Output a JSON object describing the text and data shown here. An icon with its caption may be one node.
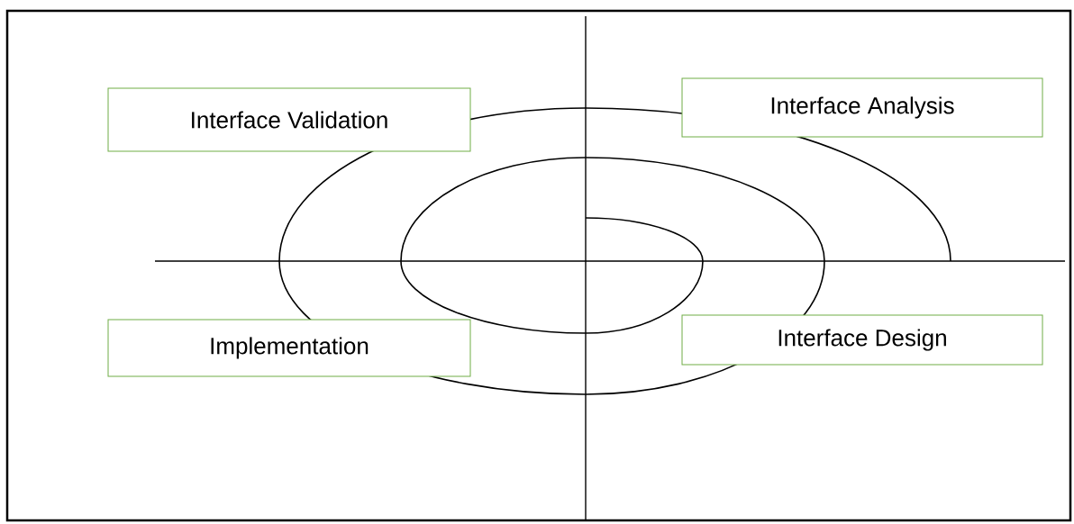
{
  "diagram": {
    "nodes": [
      {
        "text": [
          "Interface Validation"
        ]
      },
      {
        "text": [
          "Interface Analysis"
        ]
      },
      {
        "text": [
          "Implementation"
        ]
      },
      {
        "text": [
          "Interface Design"
        ]
      }
    ]
  }
}
